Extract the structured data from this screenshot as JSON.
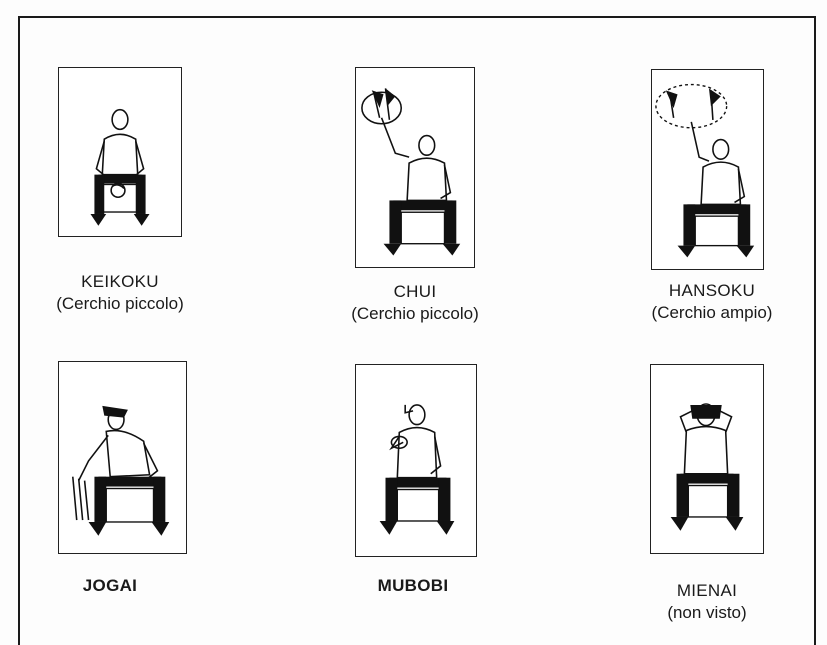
{
  "signals": [
    {
      "name": "KEIKOKU",
      "description": "(Cerchio piccolo)",
      "bold": false
    },
    {
      "name": "CHUI",
      "description": "(Cerchio piccolo)",
      "bold": false
    },
    {
      "name": "HANSOKU",
      "description": "(Cerchio ampio)",
      "bold": false
    },
    {
      "name": "JOGAI",
      "description": "",
      "bold": true
    },
    {
      "name": "MUBOBI",
      "description": "",
      "bold": true
    },
    {
      "name": "MIENAI",
      "description": "(non visto)",
      "bold": false
    }
  ]
}
